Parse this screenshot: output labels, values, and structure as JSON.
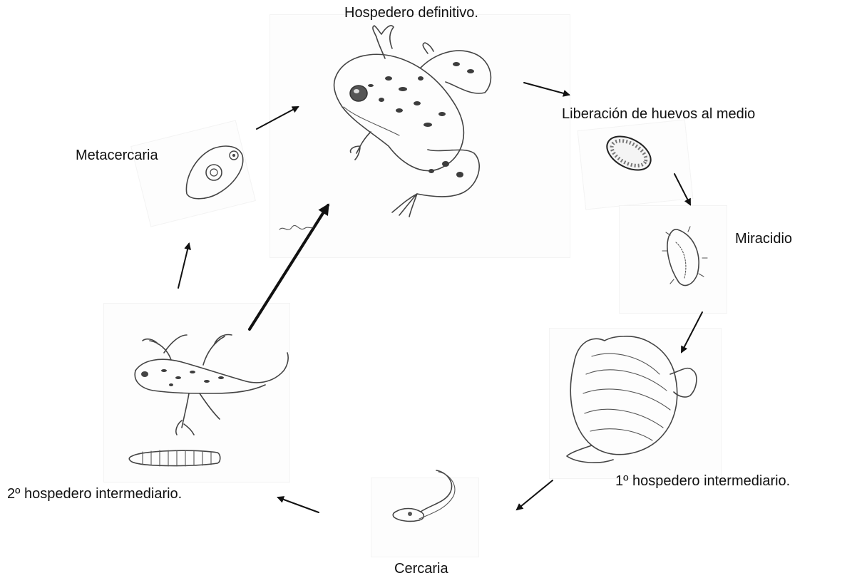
{
  "labels": {
    "definitive_host": "Hospedero definitivo.",
    "egg_release": "Liberación de huevos al medio",
    "miracidium": "Miracidio",
    "first_intermediate_host": "1º hospedero intermediario.",
    "cercaria": "Cercaria",
    "second_intermediate_host": "2º  hospedero intermediario.",
    "metacercaria": "Metacercaria"
  },
  "illustrations": [
    {
      "name": "frog-adult-illustration",
      "depicts": "adult frog"
    },
    {
      "name": "egg-illustration",
      "depicts": "egg"
    },
    {
      "name": "miracidium-illustration",
      "depicts": "miracidium larva"
    },
    {
      "name": "clam-illustration",
      "depicts": "bivalve clam"
    },
    {
      "name": "cercaria-illustration",
      "depicts": "cercaria larva"
    },
    {
      "name": "tadpole-illustration",
      "depicts": "tadpole"
    },
    {
      "name": "larva-illustration",
      "depicts": "insect larva"
    },
    {
      "name": "metacercaria-illustration",
      "depicts": "metacercaria cyst"
    }
  ],
  "colors": {
    "text": "#111111",
    "arrow": "#111111",
    "pencil": "#444444"
  }
}
